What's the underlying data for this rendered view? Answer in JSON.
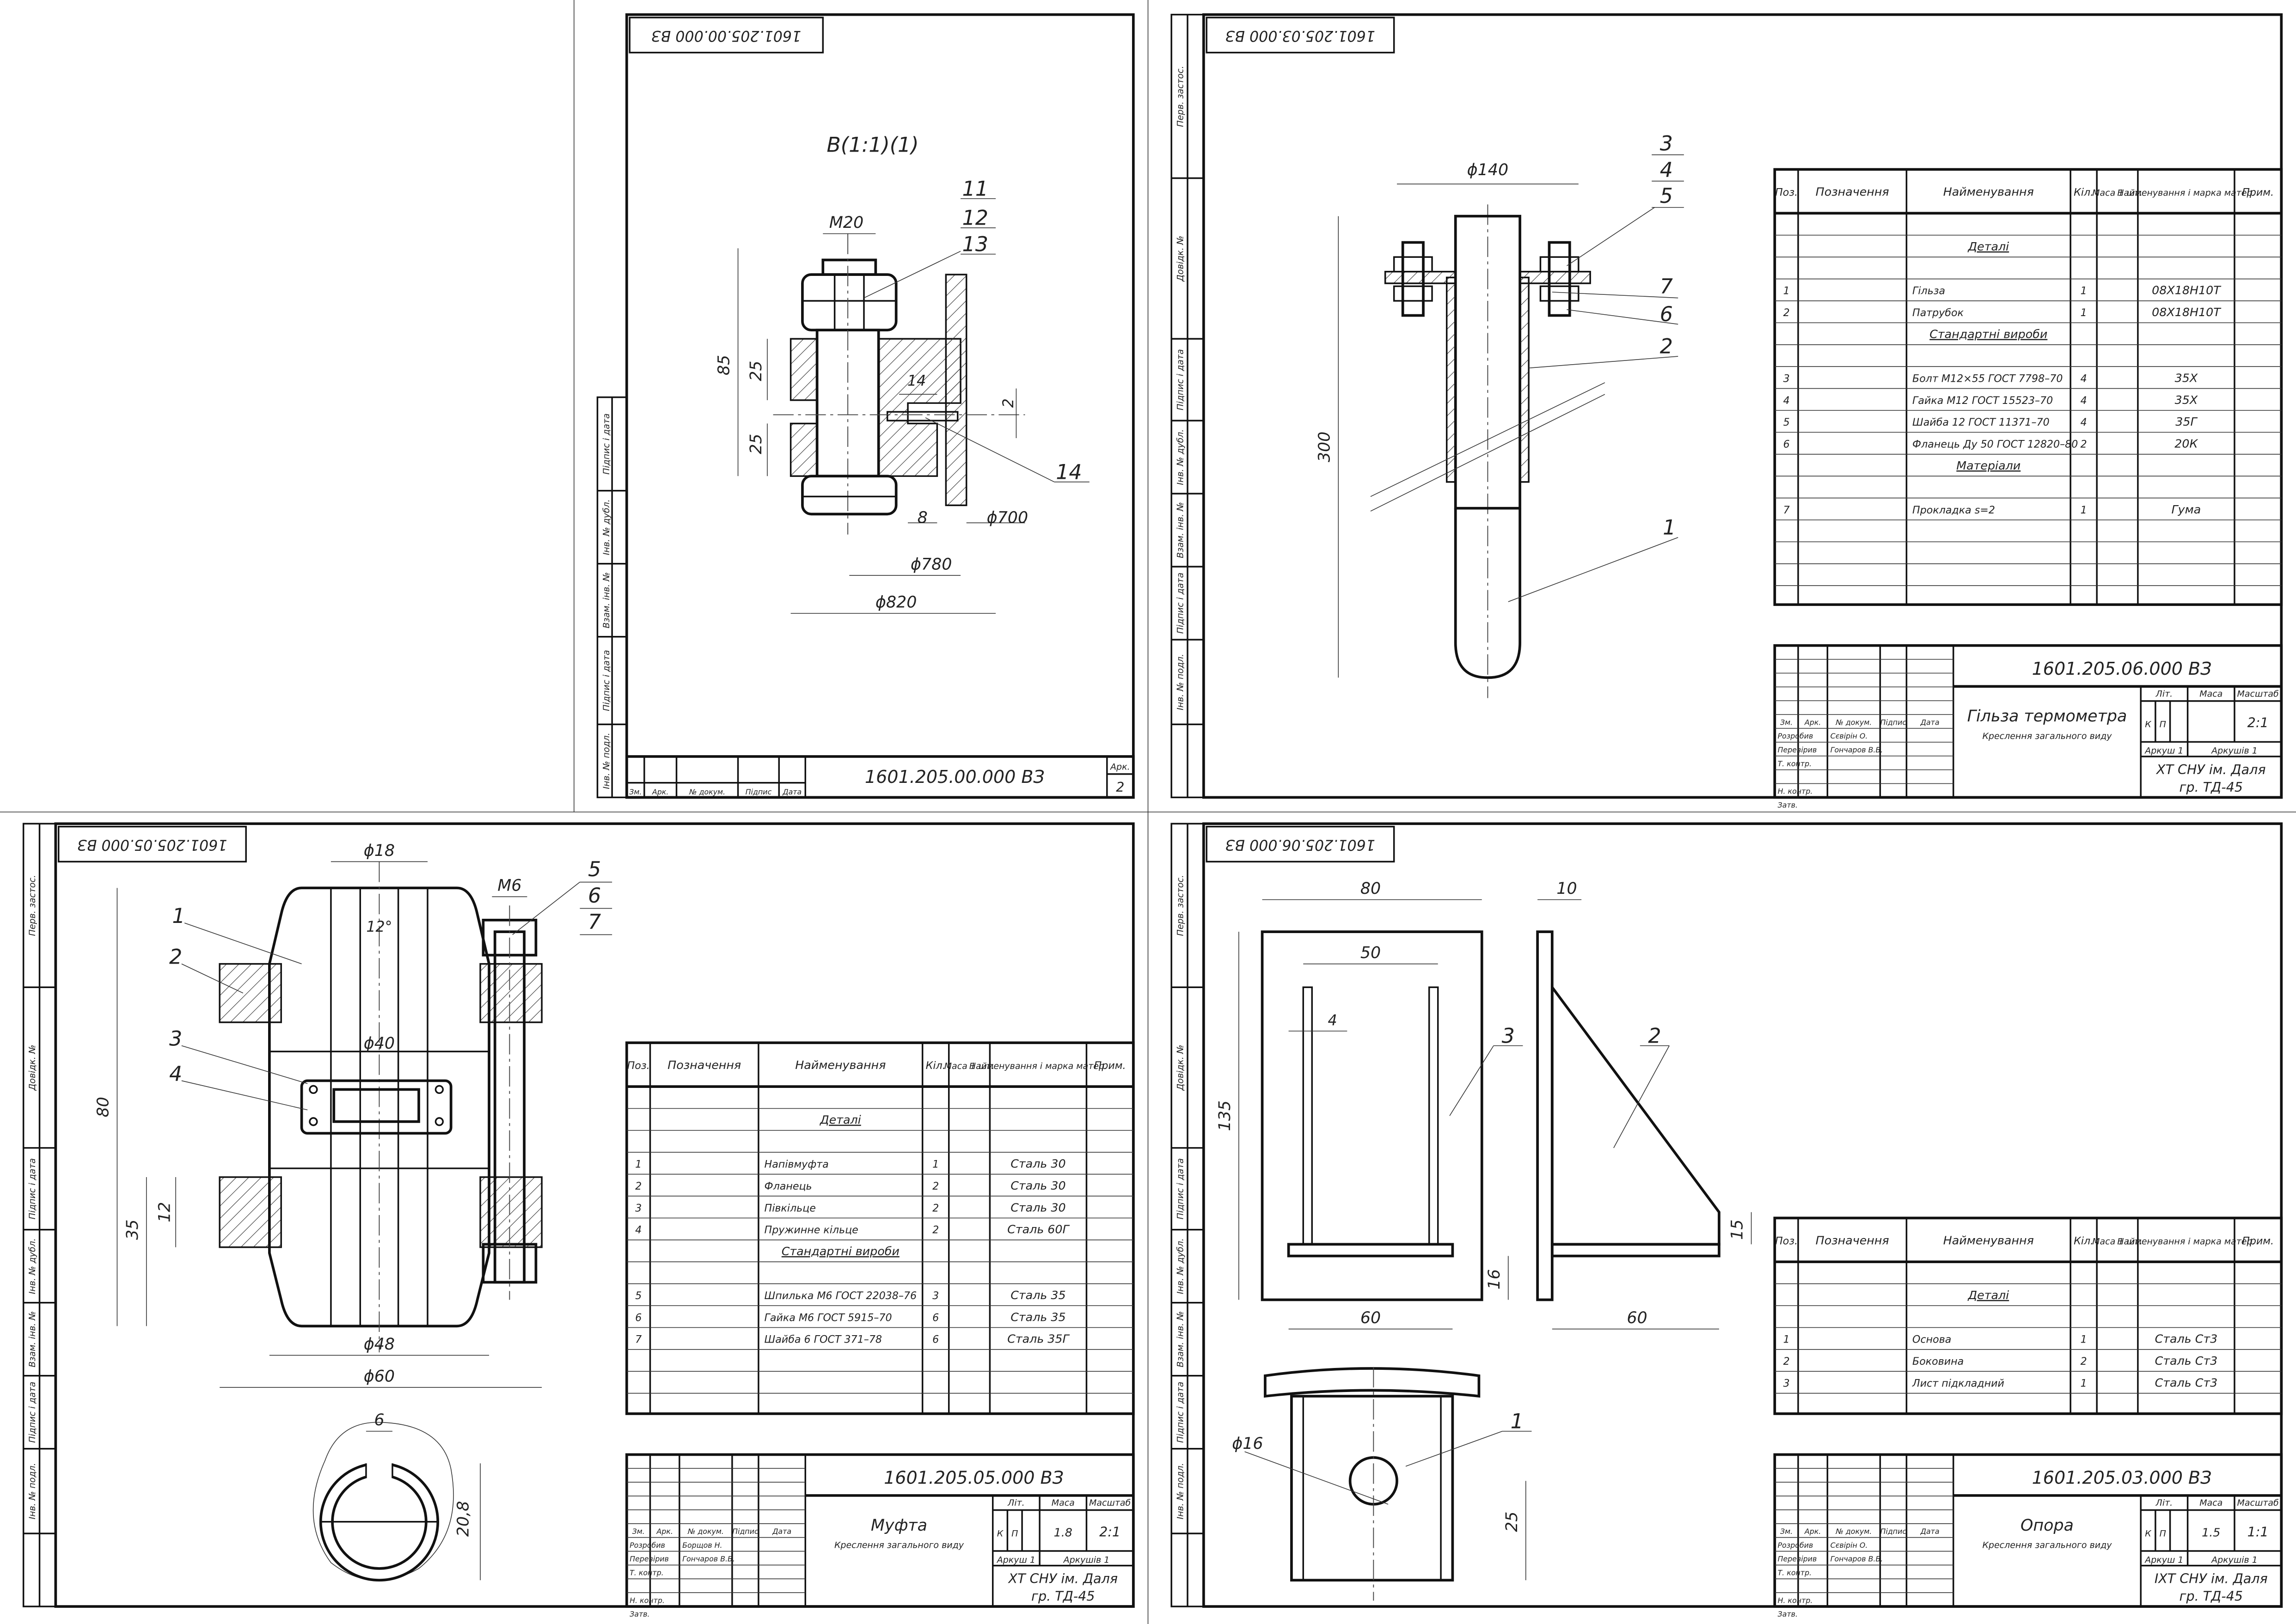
{
  "sheet_tl": {
    "stamp": "1601.205.00.000 ВЗ",
    "view_label": "В(1:1)(1)",
    "dims": [
      "M20",
      "85",
      "25",
      "25",
      "14",
      "2",
      "8",
      "ϕ700",
      "ϕ780",
      "ϕ820"
    ],
    "leaders": [
      "11",
      "12",
      "13",
      "14"
    ],
    "title_block": {
      "code": "1601.205.00.000 ВЗ",
      "heads": [
        "Зм.",
        "Арк.",
        "№ докум.",
        "Підпис",
        "Дата"
      ],
      "ark_label": "Арк.",
      "ark_value": "2"
    }
  },
  "sheet_tr": {
    "stamp": "1601.205.03.000 ВЗ",
    "dims": [
      "ϕ140",
      "300"
    ],
    "leaders": [
      "3",
      "4",
      "5",
      "7",
      "6",
      "2",
      "1"
    ],
    "side_labels": [
      "Перв. застос.",
      "Довідк. №",
      "Підпис і дата",
      "Інв. № дубл.",
      "Взам. інв. №",
      "Підпис і дата",
      "Інв. № подл."
    ],
    "spec": {
      "headers": [
        "Поз.",
        "Позначення",
        "Найменування",
        "Кіл.",
        "Маса 1 шт.",
        "Найменування і марка матер.",
        "Прим."
      ],
      "rows": [
        {
          "pos": "",
          "name": "Деталі",
          "qty": "",
          "mat": ""
        },
        {
          "pos": "1",
          "name": "Гільза",
          "qty": "1",
          "mat": "08Х18Н10Т"
        },
        {
          "pos": "2",
          "name": "Патрубок",
          "qty": "1",
          "mat": "08Х18Н10Т"
        },
        {
          "pos": "",
          "name": "Стандартні вироби",
          "qty": "",
          "mat": ""
        },
        {
          "pos": "3",
          "name": "Болт М12×55 ГОСТ 7798–70",
          "qty": "4",
          "mat": "35Х"
        },
        {
          "pos": "4",
          "name": "Гайка М12 ГОСТ 15523–70",
          "qty": "4",
          "mat": "35Х"
        },
        {
          "pos": "5",
          "name": "Шайба 12 ГОСТ 11371–70",
          "qty": "4",
          "mat": "35Г"
        },
        {
          "pos": "6",
          "name": "Фланець Ду 50 ГОСТ 12820–80",
          "qty": "2",
          "mat": "20К"
        },
        {
          "pos": "",
          "name": "Матеріали",
          "qty": "",
          "mat": ""
        },
        {
          "pos": "7",
          "name": "Прокладка s=2",
          "qty": "1",
          "mat": "Гума"
        }
      ]
    },
    "title_block": {
      "code": "1601.205.06.000 ВЗ",
      "title": "Гільза термометра",
      "subtitle": "Креслення загального виду",
      "lit_heads": [
        "Літ.",
        "Маса",
        "Масштаб"
      ],
      "lit": [
        "К",
        "П"
      ],
      "mass": "",
      "scale": "2:1",
      "sheet": "Аркуш 1",
      "sheets": "Аркушів 1",
      "org": "ХТ СНУ ім. Даля",
      "group": "гр. ТД-45",
      "row_labels": [
        "Розробив",
        "Перевірив",
        "Т. контр.",
        "",
        "Н. контр.",
        "Затв."
      ],
      "names": [
        "Сєвірін О.",
        "Гончаров В.В.",
        "",
        "",
        "",
        ""
      ],
      "heads": [
        "Зм.",
        "Арк.",
        "№ докум.",
        "Підпис",
        "Дата"
      ]
    }
  },
  "sheet_bl": {
    "stamp": "1601.205.05.000 ВЗ",
    "dims": [
      "ϕ18",
      "M6",
      "12°",
      "ϕ40",
      "80",
      "35",
      "12",
      "ϕ48",
      "ϕ60",
      "6",
      "20,8"
    ],
    "leaders": [
      "1",
      "2",
      "3",
      "4",
      "5",
      "6",
      "7"
    ],
    "spec": {
      "headers": [
        "Поз.",
        "Позначення",
        "Найменування",
        "Кіл.",
        "Маса 1 шт.",
        "Найменування і марка матер.",
        "Прим."
      ],
      "rows": [
        {
          "pos": "",
          "name": "Деталі",
          "qty": "",
          "mat": ""
        },
        {
          "pos": "1",
          "name": "Напівмуфта",
          "qty": "1",
          "mat": "Сталь 30"
        },
        {
          "pos": "2",
          "name": "Фланець",
          "qty": "2",
          "mat": "Сталь 30"
        },
        {
          "pos": "3",
          "name": "Півкільце",
          "qty": "2",
          "mat": "Сталь 30"
        },
        {
          "pos": "4",
          "name": "Пружинне кільце",
          "qty": "2",
          "mat": "Сталь 60Г"
        },
        {
          "pos": "",
          "name": "Стандартні вироби",
          "qty": "",
          "mat": ""
        },
        {
          "pos": "5",
          "name": "Шпилька М6 ГОСТ 22038–76",
          "qty": "3",
          "mat": "Сталь 35"
        },
        {
          "pos": "6",
          "name": "Гайка М6 ГОСТ 5915–70",
          "qty": "6",
          "mat": "Сталь 35"
        },
        {
          "pos": "7",
          "name": "Шайба 6 ГОСТ 371–78",
          "qty": "6",
          "mat": "Сталь 35Г"
        }
      ]
    },
    "title_block": {
      "code": "1601.205.05.000 ВЗ",
      "title": "Муфта",
      "subtitle": "Креслення загального виду",
      "lit_heads": [
        "Літ.",
        "Маса",
        "Масштаб"
      ],
      "lit": [
        "К",
        "П"
      ],
      "mass": "1.8",
      "scale": "2:1",
      "sheet": "Аркуш 1",
      "sheets": "Аркушів 1",
      "org": "ХТ СНУ ім. Даля",
      "group": "гр. ТД-45",
      "row_labels": [
        "Розробив",
        "Перевірив",
        "Т. контр.",
        "",
        "Н. контр.",
        "Затв."
      ],
      "names": [
        "Борщов Н.",
        "Гончаров В.В.",
        "",
        "",
        "",
        ""
      ],
      "heads": [
        "Зм.",
        "Арк.",
        "№ докум.",
        "Підпис",
        "Дата"
      ]
    }
  },
  "sheet_br": {
    "stamp": "1601.205.06.000 ВЗ",
    "dims": [
      "80",
      "50",
      "4",
      "135",
      "10",
      "15",
      "16",
      "60",
      "60",
      "ϕ16",
      "25"
    ],
    "leaders": [
      "3",
      "2",
      "1"
    ],
    "spec": {
      "headers": [
        "Поз.",
        "Позначення",
        "Найменування",
        "Кіл.",
        "Маса 1 шт.",
        "Найменування і марка матер.",
        "Прим."
      ],
      "rows": [
        {
          "pos": "",
          "name": "Деталі",
          "qty": "",
          "mat": ""
        },
        {
          "pos": "1",
          "name": "Основа",
          "qty": "1",
          "mat": "Сталь Ст3"
        },
        {
          "pos": "2",
          "name": "Бoковина",
          "qty": "2",
          "mat": "Сталь Ст3"
        },
        {
          "pos": "3",
          "name": "Лист підкладний",
          "qty": "1",
          "mat": "Сталь Ст3"
        }
      ]
    },
    "title_block": {
      "code": "1601.205.03.000 ВЗ",
      "title": "Опора",
      "subtitle": "Креслення загального виду",
      "lit_heads": [
        "Літ.",
        "Маса",
        "Масштаб"
      ],
      "lit": [
        "К",
        "П"
      ],
      "mass": "1.5",
      "scale": "1:1",
      "sheet": "Аркуш 1",
      "sheets": "Аркушів 1",
      "org": "ІХТ СНУ ім. Даля",
      "group": "гр. ТД-45",
      "row_labels": [
        "Розробив",
        "Перевірив",
        "Т. контр.",
        "",
        "Н. контр.",
        "Затв."
      ],
      "names": [
        "Сєвірін О.",
        "Гончаров В.В.",
        "",
        "",
        "",
        ""
      ],
      "heads": [
        "Зм.",
        "Арк.",
        "№ докум.",
        "Підпис",
        "Дата"
      ]
    }
  }
}
